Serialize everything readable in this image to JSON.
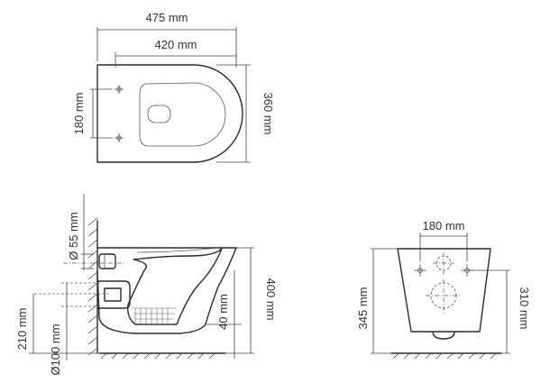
{
  "top_view": {
    "overall_length": "475 mm",
    "bowl_length": "420 mm",
    "fixing_spacing": "180 mm",
    "width": "360 mm"
  },
  "side_view": {
    "outlet_diameter": "Ø 55 mm",
    "inlet_height": "210 mm",
    "inlet_diameter": "Ø100 mm",
    "base_clearance": "40 mm",
    "total_height": "400 mm"
  },
  "rear_view": {
    "fixing_spacing": "180 mm",
    "overall_height": "345 mm",
    "mount_height": "310 mm"
  }
}
